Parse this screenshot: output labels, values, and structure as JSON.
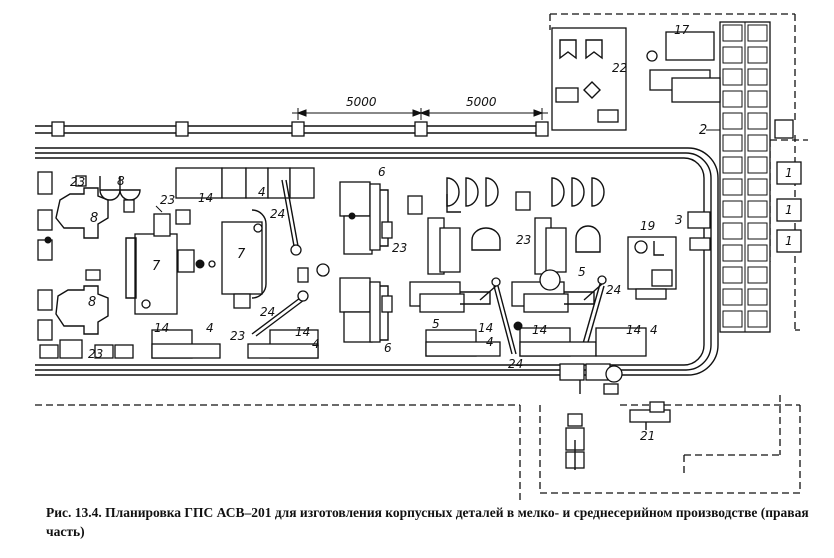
{
  "figure": {
    "caption": "Рис. 13.4. Планировка ГПС АСВ–201 для изготовления корпусных деталей в мелко- и среднесерийном производстве (правая часть)"
  },
  "dimensions": {
    "span_left": "5000",
    "span_right": "5000"
  },
  "labels": {
    "n1": "1",
    "n2": "2",
    "n3": "3",
    "n4": "4",
    "n5": "5",
    "n6": "6",
    "n7": "7",
    "n8": "8",
    "n14": "14",
    "n17": "17",
    "n19": "19",
    "n21": "21",
    "n22": "22",
    "n23": "23",
    "n24": "24"
  }
}
